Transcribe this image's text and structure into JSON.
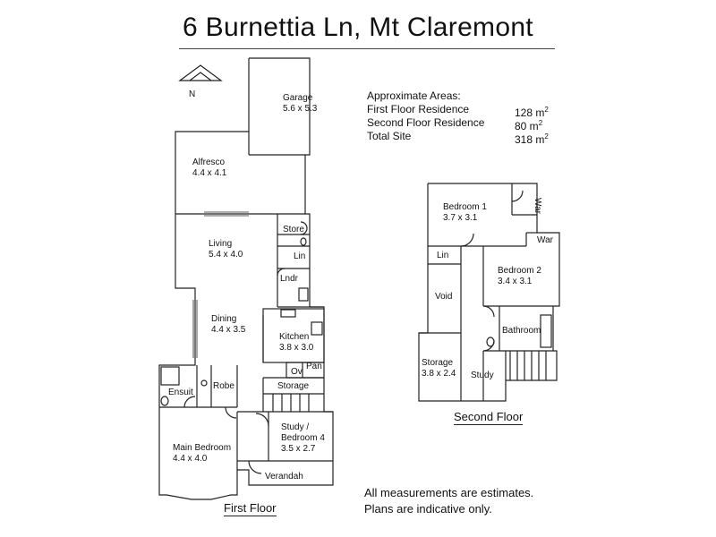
{
  "title": "6 Burnettia Ln, Mt Claremont",
  "areas": {
    "heading": "Approximate Areas:",
    "rows": [
      {
        "label": "First Floor Residence",
        "value": "128 m",
        "unit_sup": "2"
      },
      {
        "label": "Second Floor Residence",
        "value": "80 m",
        "unit_sup": "2"
      },
      {
        "label": "Total Site",
        "value": "318 m",
        "unit_sup": "2"
      }
    ]
  },
  "first_floor": {
    "caption": "First Floor",
    "rooms": {
      "garage": {
        "name": "Garage",
        "size": "5.6 x 5.3"
      },
      "alfresco": {
        "name": "Alfresco",
        "size": "4.4 x 4.1"
      },
      "store": {
        "name": "Store"
      },
      "living": {
        "name": "Living",
        "size": "5.4 x 4.0"
      },
      "lin": {
        "name": "Lin"
      },
      "lndr": {
        "name": "Lndr"
      },
      "dining": {
        "name": "Dining",
        "size": "4.4 x 3.5"
      },
      "kitchen": {
        "name": "Kitchen",
        "size": "3.8 x 3.0"
      },
      "pan": {
        "name": "Pan"
      },
      "ov": {
        "name": "Ov"
      },
      "storage": {
        "name": "Storage"
      },
      "ensuit": {
        "name": "Ensuit"
      },
      "robe": {
        "name": "Robe"
      },
      "main_bedroom": {
        "name": "Main Bedroom",
        "size": "4.4 x 4.0"
      },
      "study": {
        "name": "Study /",
        "name2": "Bedroom 4",
        "size": "3.5 x 2.7"
      },
      "verandah": {
        "name": "Verandah"
      }
    }
  },
  "second_floor": {
    "caption": "Second Floor",
    "rooms": {
      "bedroom1": {
        "name": "Bedroom 1",
        "size": "3.7 x 3.1"
      },
      "war1": {
        "name": "War"
      },
      "war2": {
        "name": "War"
      },
      "lin": {
        "name": "Lin"
      },
      "bedroom2": {
        "name": "Bedroom 2",
        "size": "3.4 x 3.1"
      },
      "void": {
        "name": "Void"
      },
      "bathroom": {
        "name": "Bathroom"
      },
      "storage": {
        "name": "Storage",
        "size": "3.8 x 2.4"
      },
      "study": {
        "name": "Study"
      }
    }
  },
  "compass_letter": "N",
  "notes": [
    "All measurements are estimates.",
    "Plans are indicative only."
  ]
}
